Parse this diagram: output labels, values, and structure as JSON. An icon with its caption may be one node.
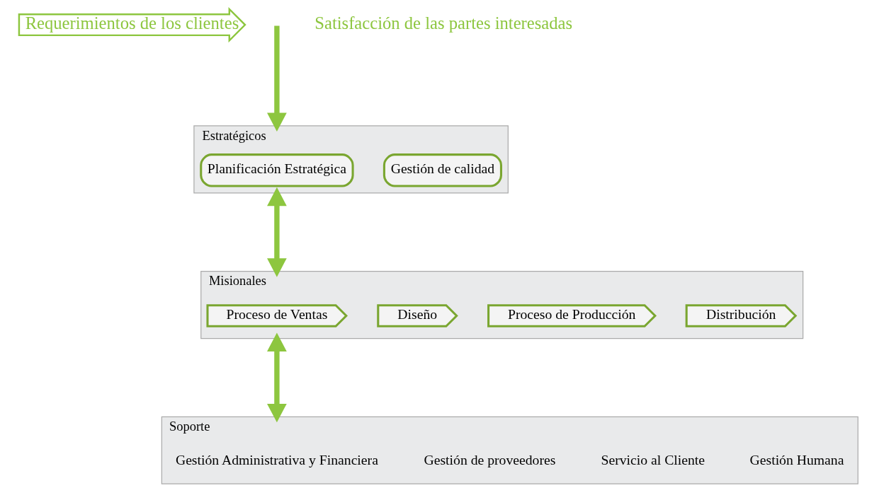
{
  "diagram": {
    "nodes": [
      {
        "text": [
          "Requerimientos de los clientes"
        ]
      },
      {
        "text": [
          "Estratégicos"
        ]
      },
      {
        "text": [
          "Planificación Estratégica"
        ],
        "in": 1
      },
      {
        "text": [
          "Gestión de calidad"
        ],
        "in": 1
      },
      {
        "text": [
          "Misionales"
        ]
      },
      {
        "text": [
          "Proceso de Ventas"
        ],
        "in": 4
      },
      {
        "text": [
          "Diseño"
        ],
        "in": 4
      },
      {
        "text": [
          "Proceso de Producción"
        ],
        "in": 4
      },
      {
        "text": [
          "Distribución"
        ],
        "in": 4
      },
      {
        "text": [
          "Soporte"
        ]
      },
      {
        "text": [
          "Gestión Administrativa y Financiera"
        ],
        "in": 9
      },
      {
        "text": [
          "Gestión de proveedores"
        ],
        "in": 9
      },
      {
        "text": [
          "Servicio al Cliente"
        ],
        "in": 9
      },
      {
        "text": [
          "Gestión Humana"
        ],
        "in": 9
      }
    ],
    "edges": [
      {
        "from": null,
        "to": 1,
        "arrow": "to"
      },
      {
        "from": 1,
        "to": 4,
        "arrow": "both"
      },
      {
        "from": 4,
        "to": 9,
        "arrow": "both"
      }
    ],
    "labels": [
      "Satisfacción de las partes interesadas"
    ]
  }
}
